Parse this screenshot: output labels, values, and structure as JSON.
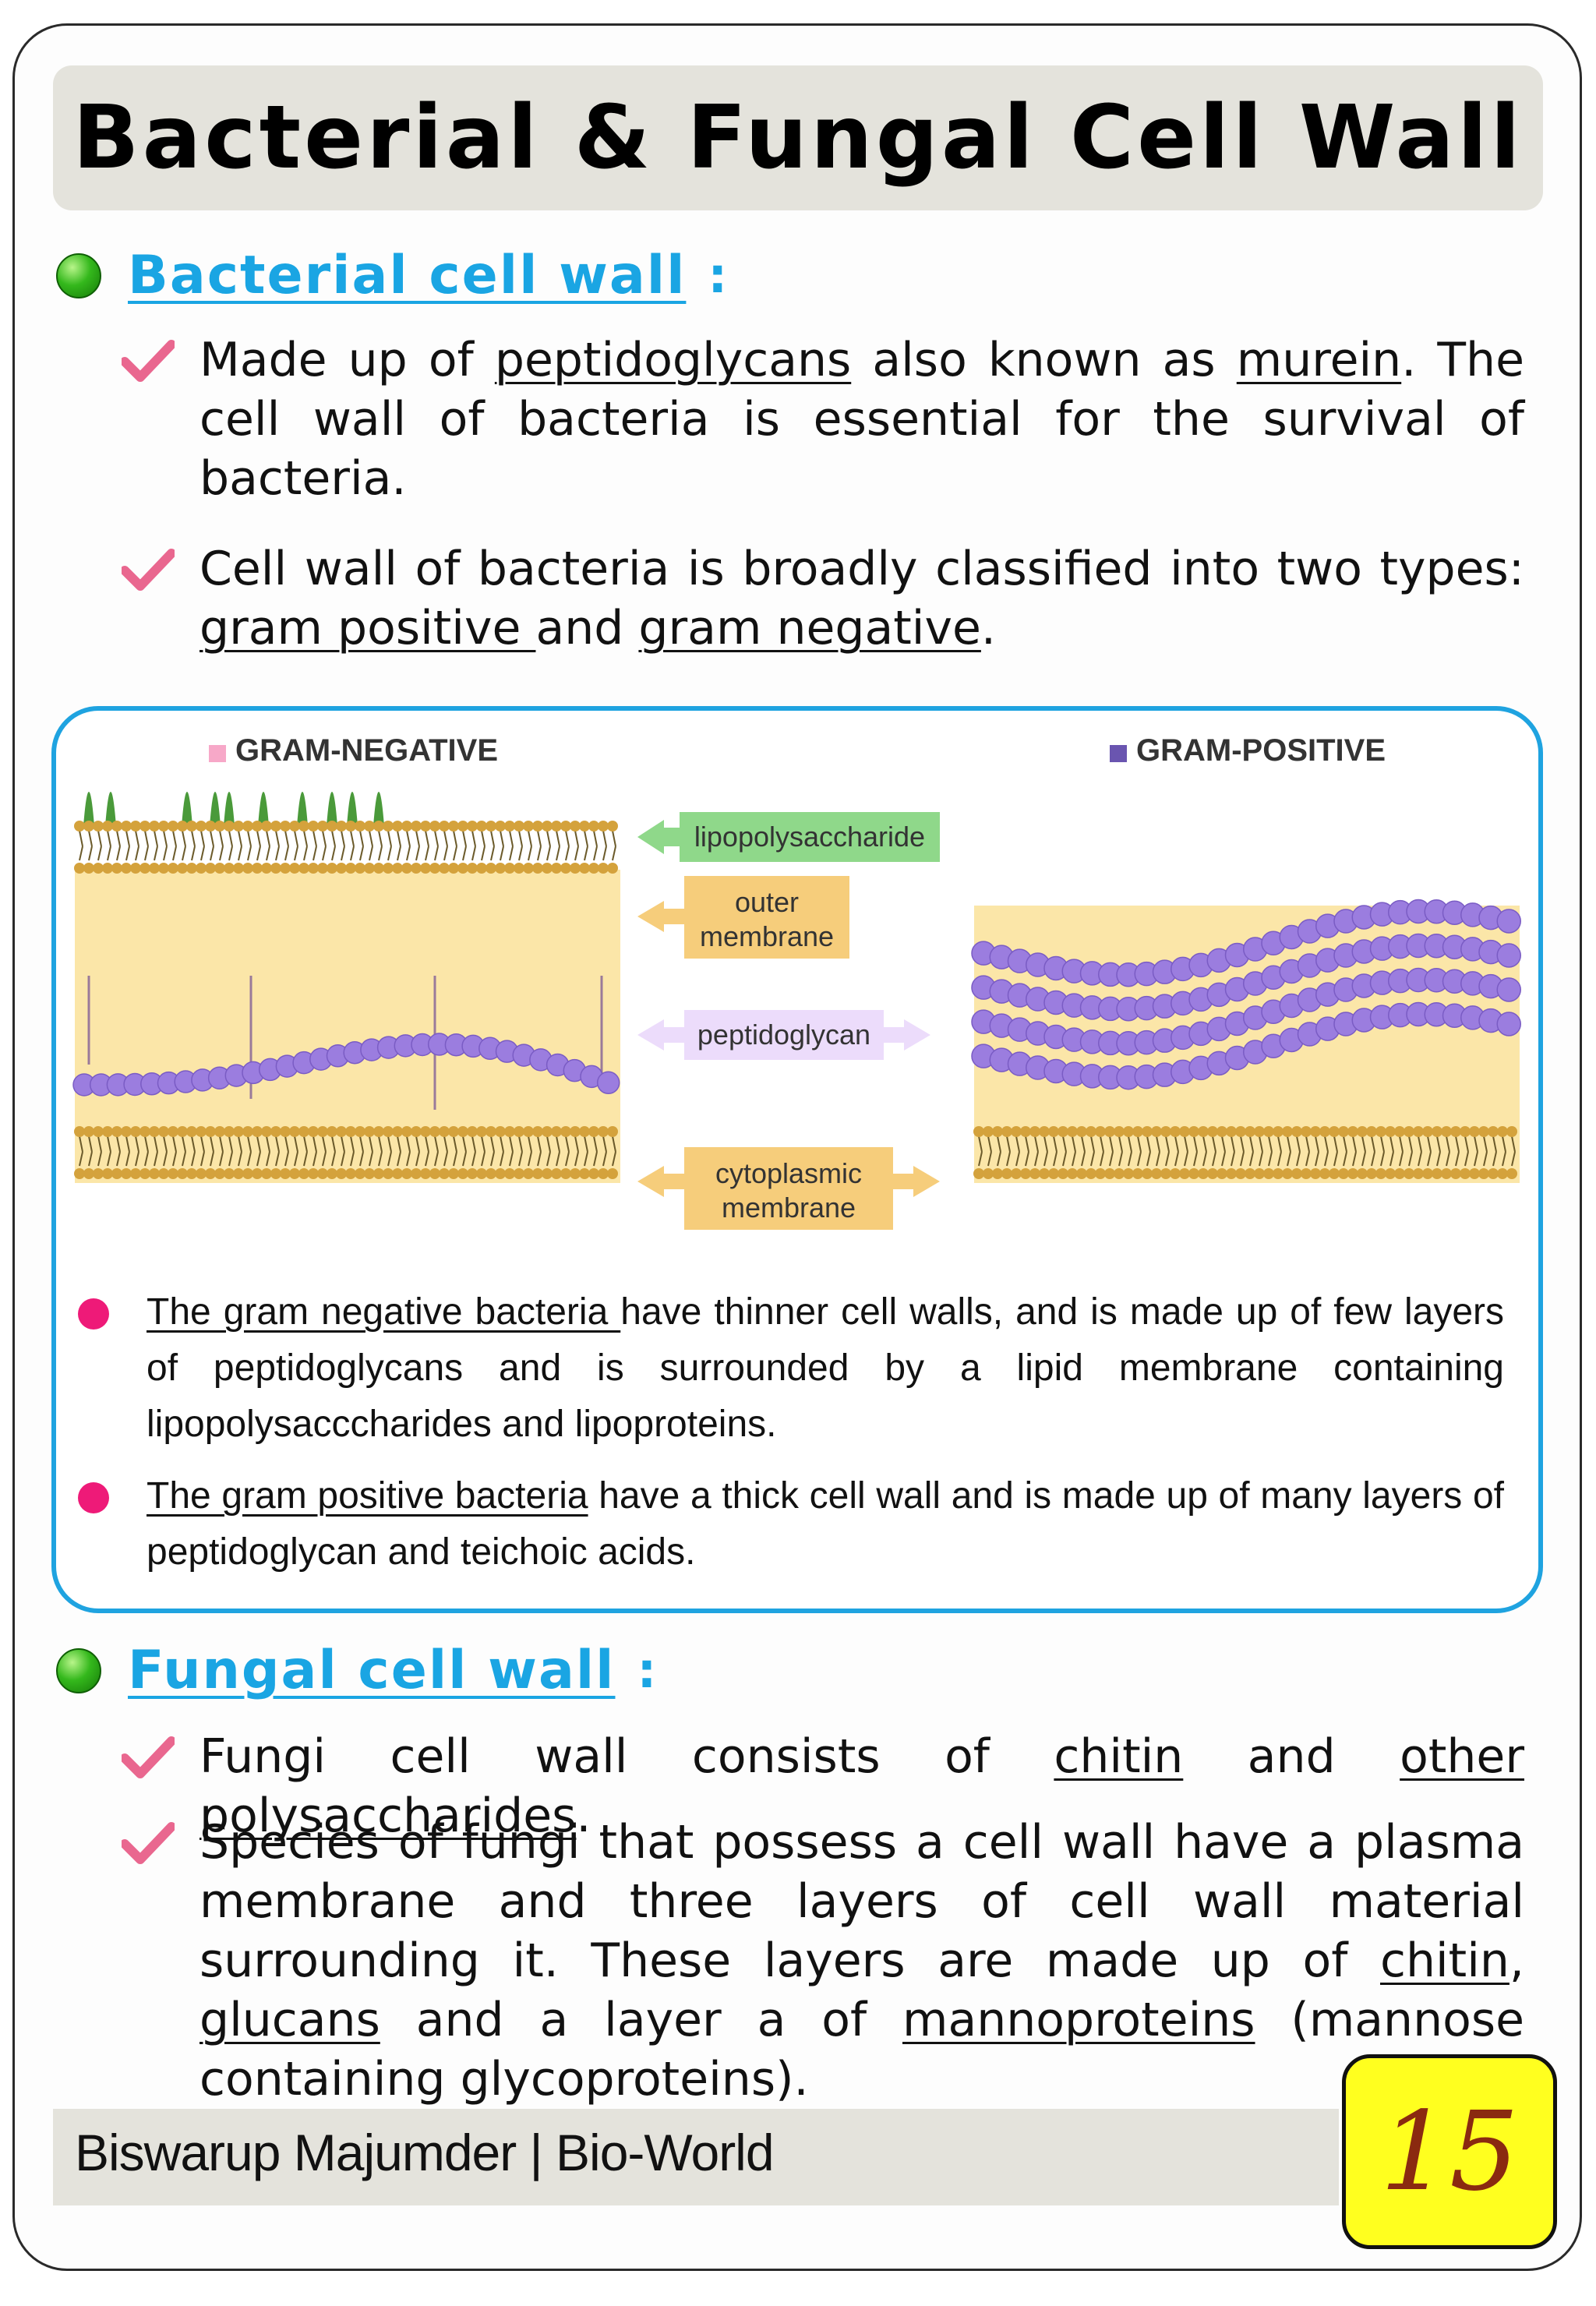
{
  "title": "Bacterial & Fungal Cell Wall",
  "bacterial": {
    "heading": "Bacterial cell wall",
    "colon": ":",
    "item1": {
      "t1": "Made up of ",
      "u1": "peptidoglycans",
      "t2": " also known as ",
      "u2": "murein",
      "t3": ". The cell wall of bacteria is essential for the survival of bacteria."
    },
    "item2": {
      "t1": "Cell wall of bacteria is broadly classified into two types: ",
      "u1": "gram positive ",
      "t2": "and ",
      "u2": "gram negative",
      "t3": "."
    }
  },
  "diagram": {
    "legend_negative": "GRAM-NEGATIVE",
    "legend_positive": "GRAM-POSITIVE",
    "label_lps": "lipopolysaccharide",
    "label_outer_1": "outer",
    "label_outer_2": "membrane",
    "label_peptido": "peptidoglycan",
    "label_cyto_1": "cytoplasmic",
    "label_cyto_2": "membrane",
    "colors": {
      "negative_legend": "#f7a8c8",
      "positive_legend": "#6a55b0",
      "lps": "#4a9a3a",
      "membrane_head": "#d4a23c",
      "periplasm": "#fbe6a8",
      "peptidoglycan": "#9b7ddf",
      "lps_label_bg": "#8fd88a",
      "membrane_label_bg": "#f6cd7b",
      "peptido_label_bg": "#ecdcfb"
    }
  },
  "notes": {
    "n1": {
      "u": "The gram negative bacteria ",
      "t": "have thinner cell walls, and is made up of few layers of peptidoglycans and is surrounded by a lipid membrane containing lipopolysacccharides and lipoproteins."
    },
    "n2": {
      "u": "The gram positive bacteria",
      "t": " have a thick cell wall and is made up of many layers of peptidoglycan and teichoic acids."
    }
  },
  "fungal": {
    "heading": "Fungal cell wall",
    "colon": ":",
    "item1": {
      "t1": "Fungi cell wall consists of ",
      "u1": "chitin",
      "t2": " and ",
      "u2": "other polysaccharides",
      "t3": "."
    },
    "item2": {
      "t1": "Species of fungi that possess a cell wall have a plasma membrane and three layers of cell wall material surrounding it. These layers are made up of ",
      "u1": "chitin",
      "t2": ", ",
      "u2": "glucans",
      "t3": " and a layer a of ",
      "u3": "mannoproteins",
      "t4": " (mannose containing glycoproteins)."
    }
  },
  "footer": {
    "author": "Biswarup Majumder | Bio-World",
    "page_number": "15"
  }
}
